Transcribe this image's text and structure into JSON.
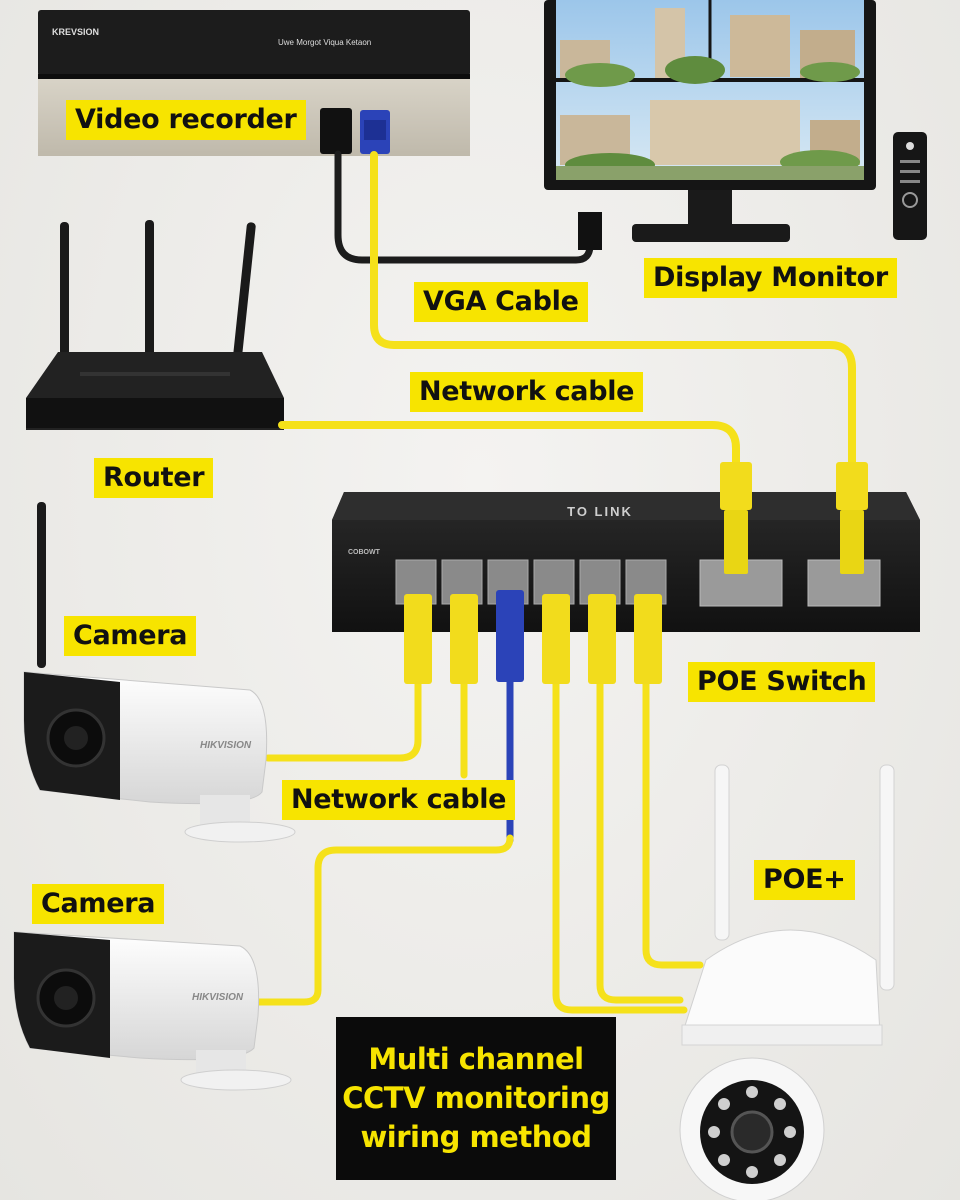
{
  "labels": {
    "video_recorder": "Video recorder",
    "display_monitor": "Display Monitor",
    "vga_cable": "VGA Cable",
    "network_cable_top": "Network cable",
    "router": "Router",
    "camera_1": "Camera",
    "poe_switch": "POE Switch",
    "network_cable_bottom": "Network cable",
    "camera_2": "Camera",
    "poe_plus": "POE+"
  },
  "title": {
    "line1": "Multi channel",
    "line2": "CCTV monitoring",
    "line3": "wiring method"
  },
  "device_text": {
    "recorder_brand": "KREVSION",
    "recorder_panel": "Uwe Morgot Viqua Ketaon",
    "switch_brand": "TO LINK",
    "switch_model": "COBOWT",
    "camera_brand": "HIKVISION"
  },
  "colors": {
    "cable_yellow": "#f5e11a",
    "cable_blue": "#2b43b8",
    "label_bg": "#f7e400",
    "title_bg": "#0b0b0b",
    "device_dark": "#1d1d1d"
  }
}
